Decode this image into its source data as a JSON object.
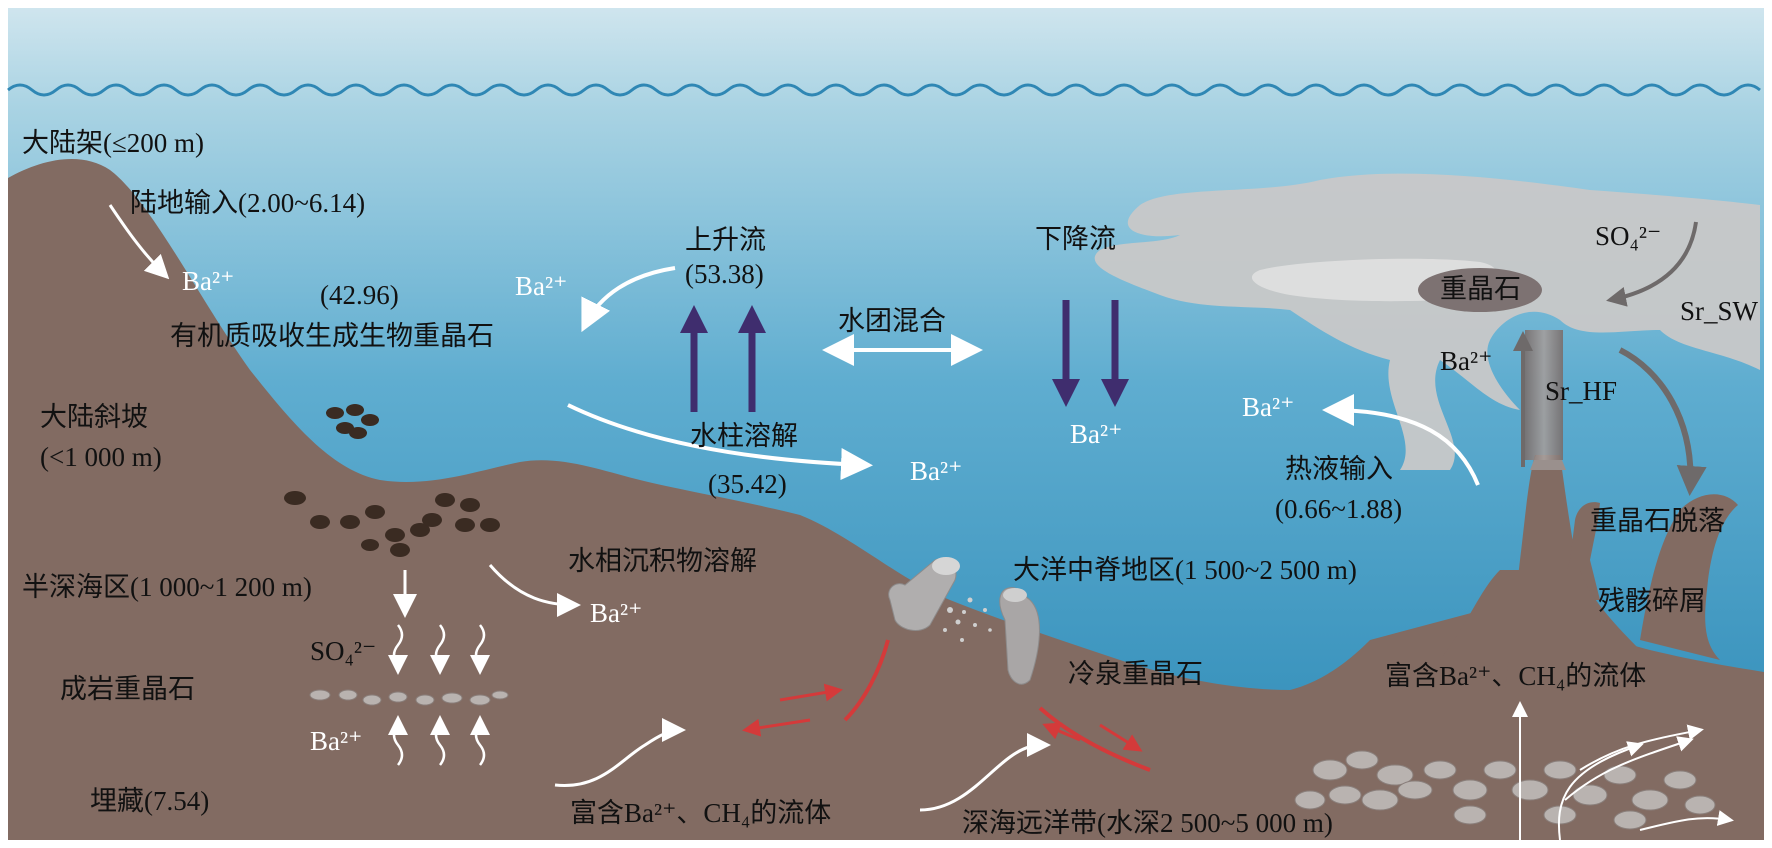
{
  "colors": {
    "water_top": "#cfe5ee",
    "water_bottom": "#2a88b5",
    "seafloor": "#826b62",
    "vent_plume": "#c8c8c8",
    "arrow_white": "#ffffff",
    "arrow_purple": "#3f2d6e",
    "arrow_gray": "#6e6a6a",
    "fault_red": "#d43a3a",
    "barite_dark": "#3a2b22",
    "text_dark": "#111111"
  },
  "labels": {
    "continental_shelf": "大陆架(≤200 m)",
    "land_input": "陆地输入(2.00~6.14)",
    "ba_shelf": "Ba²⁺",
    "value_4296": "(42.96)",
    "organic_barite": "有机质吸收生成生物重晶石",
    "ba_upwelling_left": "Ba²⁺",
    "upwelling": "上升流",
    "upwelling_value": "(53.38)",
    "water_mixing": "水团混合",
    "downwelling": "下降流",
    "ba_downwelling": "Ba²⁺",
    "water_column_dissolution": "水柱溶解",
    "dissolution_value": "(35.42)",
    "ba_dissolution": "Ba²⁺",
    "continental_slope": "大陆斜坡",
    "slope_depth": "(<1 000 m)",
    "hemipelagic": "半深海区(1 000~1 200 m)",
    "sediment_dissolution": "水相沉积物溶解",
    "ba_sediment": "Ba²⁺",
    "so4_diag": "SO₄²⁻",
    "diagenetic_barite": "成岩重晶石",
    "ba_diag": "Ba²⁺",
    "burial": "埋藏(7.54)",
    "fluid_rich_1": "富含Ba²⁺、CH₄的流体",
    "abyssal": "深海远洋带(水深2 500~5 000 m)",
    "mid_ocean_ridge": "大洋中脊地区(1 500~2 500 m)",
    "cold_seep_barite": "冷泉重晶石",
    "hydrothermal_input": "热液输入",
    "hydrothermal_value": "(0.66~1.88)",
    "ba_hydrothermal": "Ba²⁺",
    "so4_vent": "SO₄²⁻",
    "barite_vent": "重晶石",
    "sr_sw": "Sr_SW",
    "ba_vent": "Ba²⁺",
    "sr_hf": "Sr_HF",
    "barite_shedding": "重晶石脱落",
    "debris": "残骸碎屑",
    "fluid_rich_2": "富含Ba²⁺、CH₄的流体"
  }
}
